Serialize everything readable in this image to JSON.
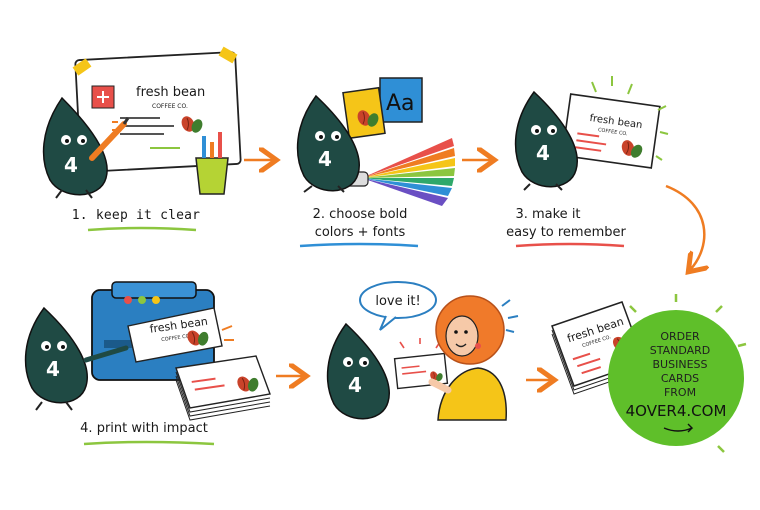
{
  "brand": {
    "name": "fresh bean",
    "tagline": "COFFEE CO."
  },
  "mascot": {
    "number": "4"
  },
  "steps": [
    {
      "label": "1. keep it clear"
    },
    {
      "label_line1": "2. choose bold",
      "label_line2": "colors + fonts"
    },
    {
      "label_line1": "3. make it",
      "label_line2": "easy to remember"
    },
    {
      "label": "4. print with impact"
    }
  ],
  "swatch_text": "Aa",
  "speech_bubble": "love it!",
  "cta": {
    "lines": [
      "ORDER",
      "STANDARD",
      "BUSINESS",
      "CARDS",
      "FROM"
    ],
    "site": "4OVER4.COM"
  },
  "colors": {
    "mascot": "#1f4a44",
    "accent_orange": "#ef7c22",
    "cta_green": "#5fbf2a",
    "underline_green": "#8cc63f",
    "underline_blue": "#2f8fd6",
    "underline_red": "#e8504a",
    "printer_blue": "#2b7fc1",
    "hair": "#f07a2a",
    "shirt": "#f5c518"
  }
}
